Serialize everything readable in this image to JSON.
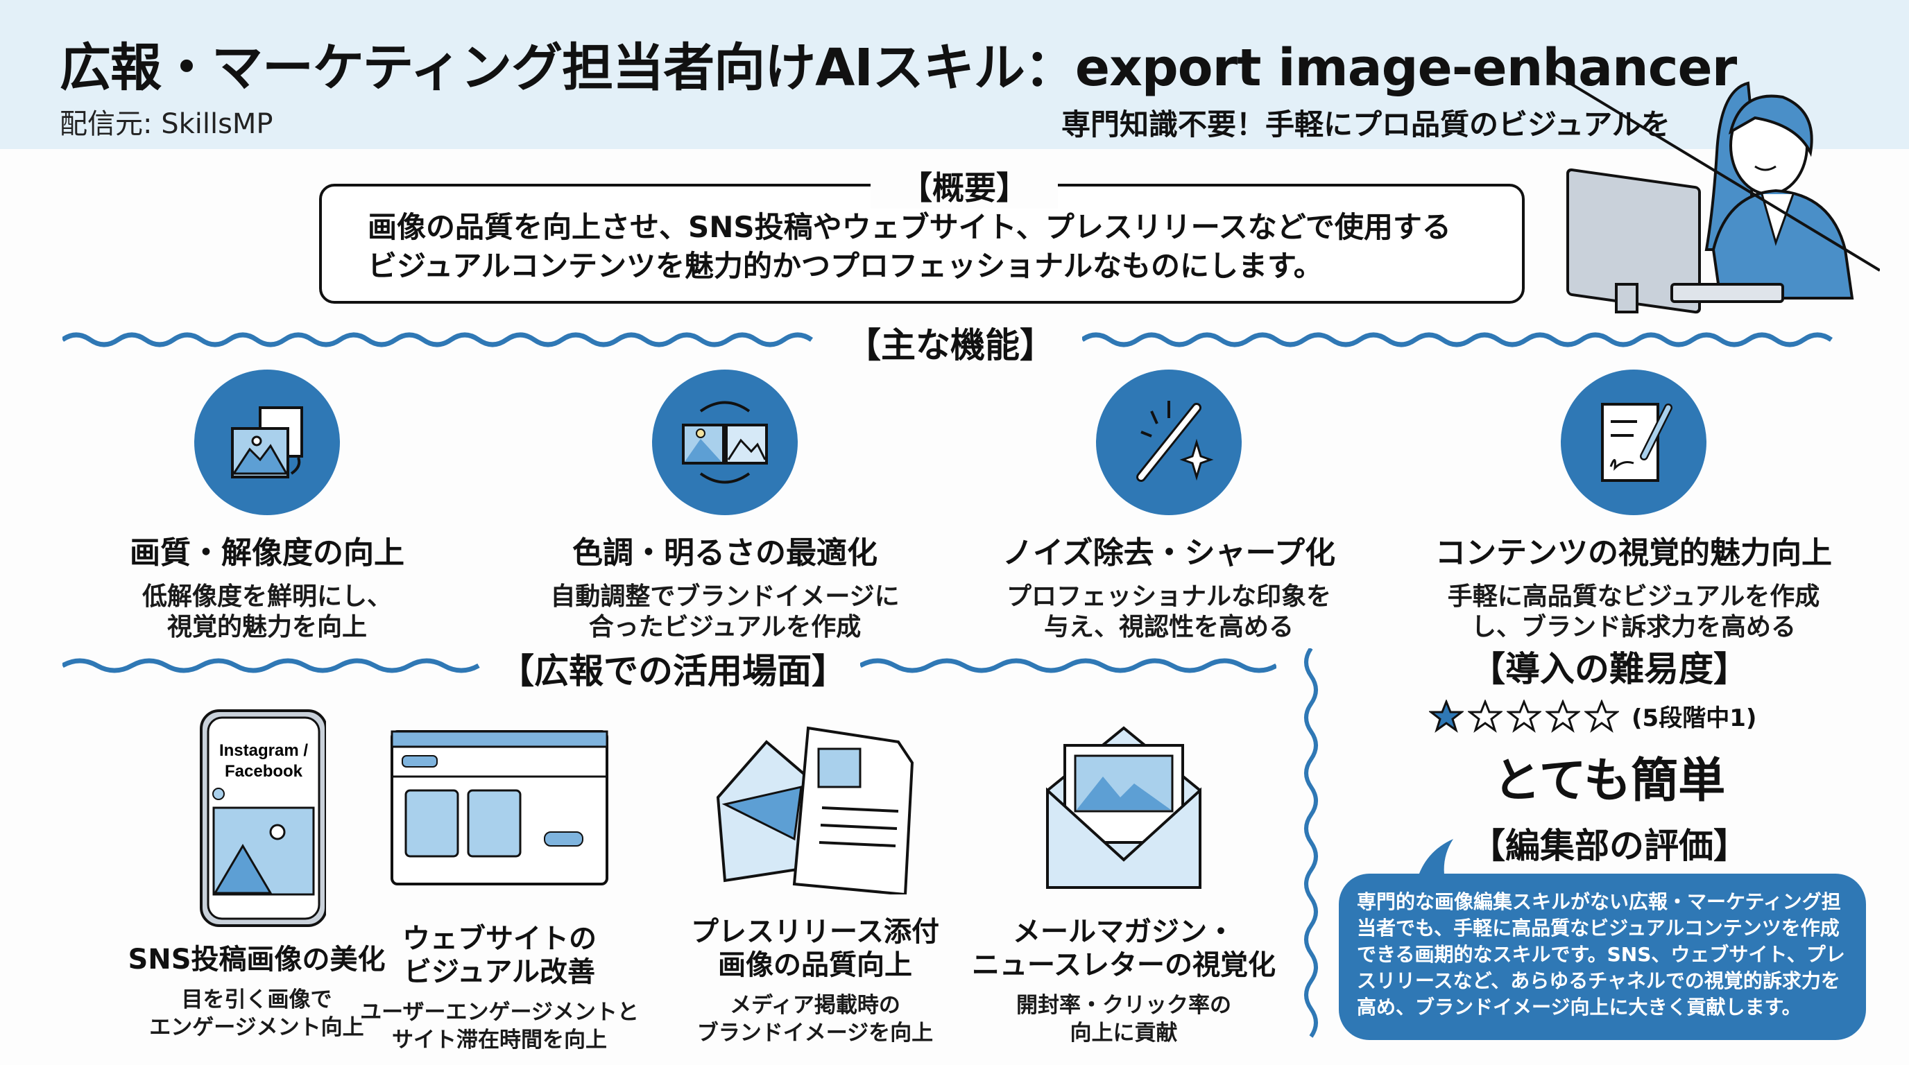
{
  "header": {
    "title": "広報・マーケティング担当者向けAIスキル：export image-enhancer",
    "source": "配信元: SkillsMP",
    "tagline": "専門知識不要！手軽にプロ品質のビジュアルを"
  },
  "overview": {
    "heading": "【概要】",
    "lines": [
      "画像の品質を向上させ、SNS投稿やウェブサイト、プレスリリースなどで使用する",
      "ビジュアルコンテンツを魅力的かつプロフェッショナルなものにします。"
    ]
  },
  "features": {
    "heading": "【主な機能】",
    "items": [
      {
        "icon": "image-upscale-icon",
        "title": "画質・解像度の向上",
        "desc1": "低解像度を鮮明にし、",
        "desc2": "視覚的魅力を向上"
      },
      {
        "icon": "color-adjust-icon",
        "title": "色調・明るさの最適化",
        "desc1": "自動調整でブランドイメージに",
        "desc2": "合ったビジュアルを作成"
      },
      {
        "icon": "magic-wand-icon",
        "title": "ノイズ除去・シャープ化",
        "desc1": "プロフェッショナルな印象を",
        "desc2": "与え、視認性を高める"
      },
      {
        "icon": "document-pen-icon",
        "title": "コンテンツの視覚的魅力向上",
        "desc1": "手軽に高品質なビジュアルを作成",
        "desc2": "し、ブランド訴求力を高める"
      }
    ]
  },
  "use_cases": {
    "heading": "【広報での活用場面】",
    "items": [
      {
        "icon": "smartphone-icon",
        "screen_label1": "Instagram /",
        "screen_label2": "Facebook",
        "title1": "SNS投稿画像の美化",
        "title2": "",
        "desc1": "目を引く画像で",
        "desc2": "エンゲージメント向上"
      },
      {
        "icon": "browser-window-icon",
        "title1": "ウェブサイトの",
        "title2": "ビジュアル改善",
        "desc1": "ユーザーエンゲージメントと",
        "desc2": "サイト滞在時間を向上"
      },
      {
        "icon": "press-release-icon",
        "title1": "プレスリリース添付",
        "title2": "画像の品質向上",
        "desc1": "メディア掲載時の",
        "desc2": "ブランドイメージを向上"
      },
      {
        "icon": "newsletter-envelope-icon",
        "title1": "メールマガジン・",
        "title2": "ニュースレターの視覚化",
        "desc1": "開封率・クリック率の",
        "desc2": "向上に貢献"
      }
    ]
  },
  "difficulty": {
    "heading": "【導入の難易度】",
    "rating": 1,
    "max": 5,
    "note": "(5段階中1)",
    "value": "とても簡単"
  },
  "review": {
    "heading": "【編集部の評価】",
    "text": "専門的な画像編集スキルがない広報・マーケティング担当者でも、手軽に高品質なビジュアルコンテンツを作成できる画期的なスキルです。SNS、ウェブサイト、プレスリリースなど、あらゆるチャネルでの視覚的訴求力を高め、ブランドイメージ向上に大きく貢献します。"
  },
  "colors": {
    "accent": "#2f78b5",
    "header_bg": "#e3f0f8",
    "light_blue": "#a9d0ec"
  }
}
